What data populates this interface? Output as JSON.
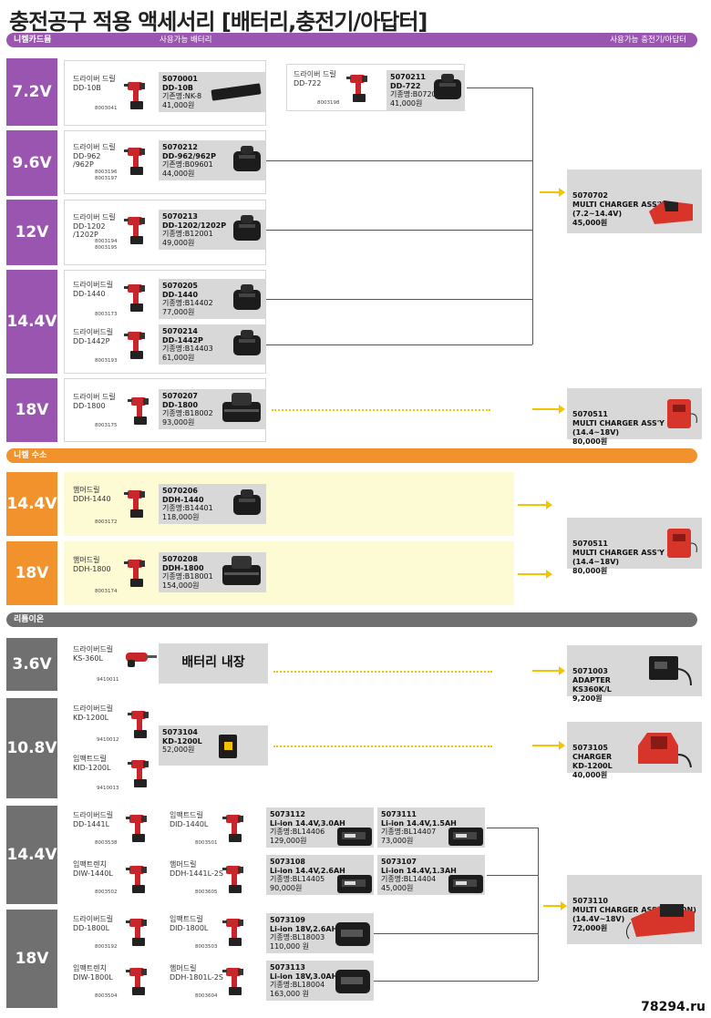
{
  "title": "충전공구 적용 액세서리 [배터리,충전기/아답터]",
  "sections": {
    "nicad": "니켈카드뮴",
    "nimh": "니켈 수소",
    "liion": "리튬이온",
    "batt_col": "사용가능 배터리",
    "charger_col": "사용가능 충전기/아답터"
  },
  "volts": [
    "7.2V",
    "9.6V",
    "12V",
    "14.4V",
    "18V",
    "14.4V",
    "18V",
    "3.6V",
    "10.8V",
    "14.4V",
    "18V"
  ],
  "tools": [
    {
      "name": "드라이버 드릴\nDD-10B",
      "code": "8003041"
    },
    {
      "name": "드라이버 드릴\nDD-722",
      "code": "8003198"
    },
    {
      "name": "드라이버 드릴\nDD-962\n/962P",
      "code": "8003196\n8003197"
    },
    {
      "name": "드라이버 드릴\nDD-1202\n/1202P",
      "code": "8003194\n8003195"
    },
    {
      "name": "드라이버드릴\nDD-1440",
      "code": "8003173"
    },
    {
      "name": "드라이버드릴\nDD-1442P",
      "code": "8003193"
    },
    {
      "name": "드라이버 드릴\nDD-1800",
      "code": "8003175"
    },
    {
      "name": "햄머드릴\nDDH-1440",
      "code": "8003172"
    },
    {
      "name": "햄머드릴\nDDH-1800",
      "code": "8003174"
    },
    {
      "name": "드라이버드릴\nKS-360L",
      "code": "9410011"
    },
    {
      "name": "드라이버드릴\nKD-1200L",
      "code": "9410012"
    },
    {
      "name": "임팩트드릴\nKID-1200L",
      "code": "9410013"
    },
    {
      "name": "드라이버드릴\nDD-1441L",
      "code": "8003538"
    },
    {
      "name": "임팩트드릴\nDID-1440L",
      "code": "8003501"
    },
    {
      "name": "임팩트렌치\nDIW-1440L",
      "code": "8003502"
    },
    {
      "name": "햄머드릴\nDDH-1441L-2S",
      "code": "8003605"
    },
    {
      "name": "드라이버드릴\nDD-1800L",
      "code": "8003192"
    },
    {
      "name": "임팩트드릴\nDID-1800L",
      "code": "8003503"
    },
    {
      "name": "임팩트렌치\nDIW-1800L",
      "code": "8003504"
    },
    {
      "name": "햄머드릴\nDDH-1801L-2S",
      "code": "8003604"
    }
  ],
  "batteries": [
    {
      "pc": "5070001\nDD-10B",
      "info": "기존명:NK-8\n41,000원"
    },
    {
      "pc": "5070211\nDD-722",
      "info": "기종명:B07202\n41,000원"
    },
    {
      "pc": "5070212\nDD-962/962P",
      "info": "기존명:B09601\n44,000원"
    },
    {
      "pc": "5070213\nDD-1202/1202P",
      "info": "기종명:B12001\n49,000원"
    },
    {
      "pc": "5070205\nDD-1440",
      "info": "기종명:B14402\n77,000원"
    },
    {
      "pc": "5070214\nDD-1442P",
      "info": "기종명:B14403\n61,000원"
    },
    {
      "pc": "5070207\nDD-1800",
      "info": "기종명:B18002\n93,000원"
    },
    {
      "pc": "5070206\nDDH-1440",
      "info": "기종명:B14401\n118,000원"
    },
    {
      "pc": "5070208\nDDH-1800",
      "info": "기종명:B18001\n154,000원"
    },
    {
      "pc": "5073104\nKD-1200L",
      "info": "52,000원"
    },
    {
      "pc": "5073112\nLi-ion 14.4V,3.0AH",
      "info": "기종명:BL14406\n129,000원"
    },
    {
      "pc": "5073111\nLi-ion 14.4V,1.5AH",
      "info": "기종명:BL14407\n73,000원"
    },
    {
      "pc": "5073108\nLi-ion 14.4V,2.6AH",
      "info": "기종명:BL14405\n90,000원"
    },
    {
      "pc": "5073107\nLi-ion 14.4V,1.3AH",
      "info": "기종명:BL14404\n45,000원"
    },
    {
      "pc": "5073109\nLi-ion 18V,2.6AH",
      "info": "기종명:BL18003\n110,000 원"
    },
    {
      "pc": "5073113\nLi-ion 18V,3.0AH",
      "info": "기종명:BL18004\n163,000 원"
    }
  ],
  "builtin": "배터리 내장",
  "chargers": [
    "5070702\nMULTI CHARGER ASS'Y\n(7.2~14.4V)\n45,000원",
    "5070511\nMULTI CHARGER ASS'Y\n(14.4~18V)\n80,000원",
    "5070511\nMULTI CHARGER ASS'Y\n(14.4~18V)\n80,000원",
    "5071003\nADAPTER\nKS360K/L\n9,200원",
    "5073105\nCHARGER\nKD-1200L\n40,000원",
    "5073110\nMULTI CHARGER ASS'Y(Li-ION)\n(14.4V~18V)\n72,000원"
  ],
  "watermark": "78294.ru",
  "colors": {
    "nicad": "#9a55b1",
    "nimh": "#f2922c",
    "liion": "#707070",
    "arrow": "#f4c400"
  }
}
